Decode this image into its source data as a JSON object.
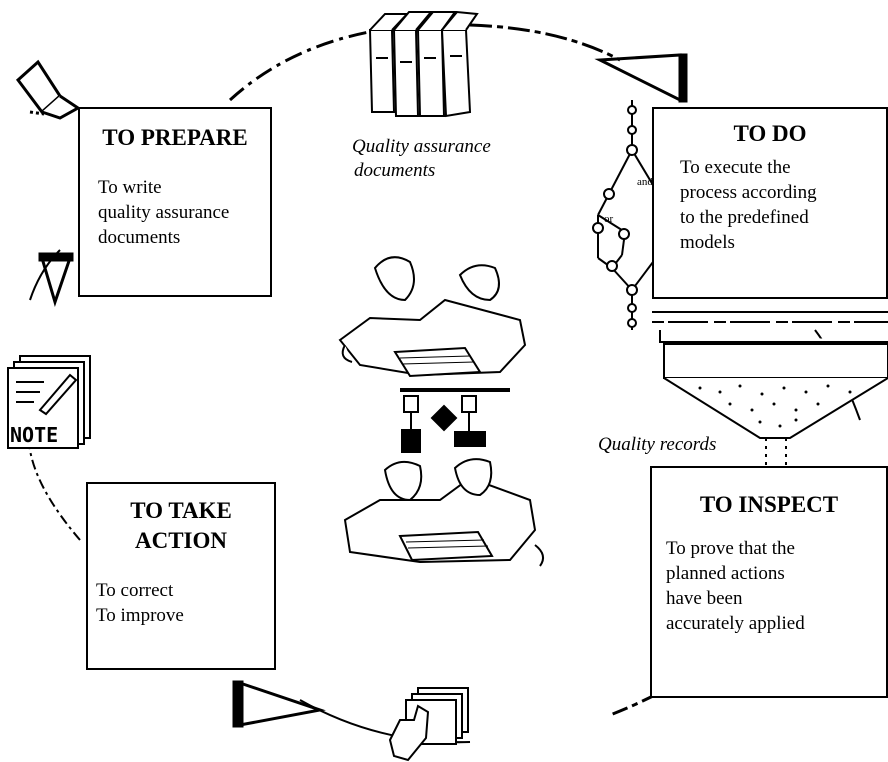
{
  "boxes": {
    "prepare": {
      "title": "TO PREPARE",
      "lines": [
        "To write",
        "quality assurance",
        "documents"
      ]
    },
    "do": {
      "title": "TO DO",
      "lines": [
        "To execute the",
        "process according",
        "to the predefined",
        "models"
      ]
    },
    "inspect": {
      "title": "TO INSPECT",
      "lines": [
        "To prove that the",
        "planned actions",
        "have been",
        "accurately applied"
      ]
    },
    "action": {
      "title_lines": [
        "TO TAKE",
        "ACTION"
      ],
      "lines": [
        "To correct",
        "To improve"
      ]
    }
  },
  "captions": {
    "qa_documents": [
      "Quality assurance",
      "documents"
    ],
    "quality_records": "Quality records"
  },
  "flow_labels": {
    "and": "and",
    "or": "or"
  },
  "note_label": "NOTE",
  "icons": [
    "binders-icon",
    "flowchart-icon",
    "funnel-icon",
    "thermometer-icon",
    "lightbulb-icon",
    "note-pad-icon",
    "hand-cursor-icon",
    "meeting-people-icon",
    "scale-icon"
  ]
}
